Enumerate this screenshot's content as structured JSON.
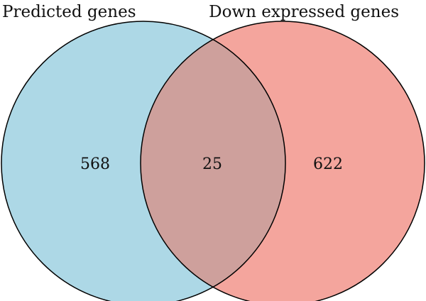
{
  "venn": {
    "sets": [
      {
        "name": "Predicted genes",
        "color": "#add8e6"
      },
      {
        "name": "Down expressed genes",
        "color": "#f4a59d"
      }
    ],
    "intersection_color": "#cea09c",
    "outline_color": "#000000",
    "counts": {
      "left_only": "568",
      "both": "25",
      "right_only": "622"
    }
  }
}
